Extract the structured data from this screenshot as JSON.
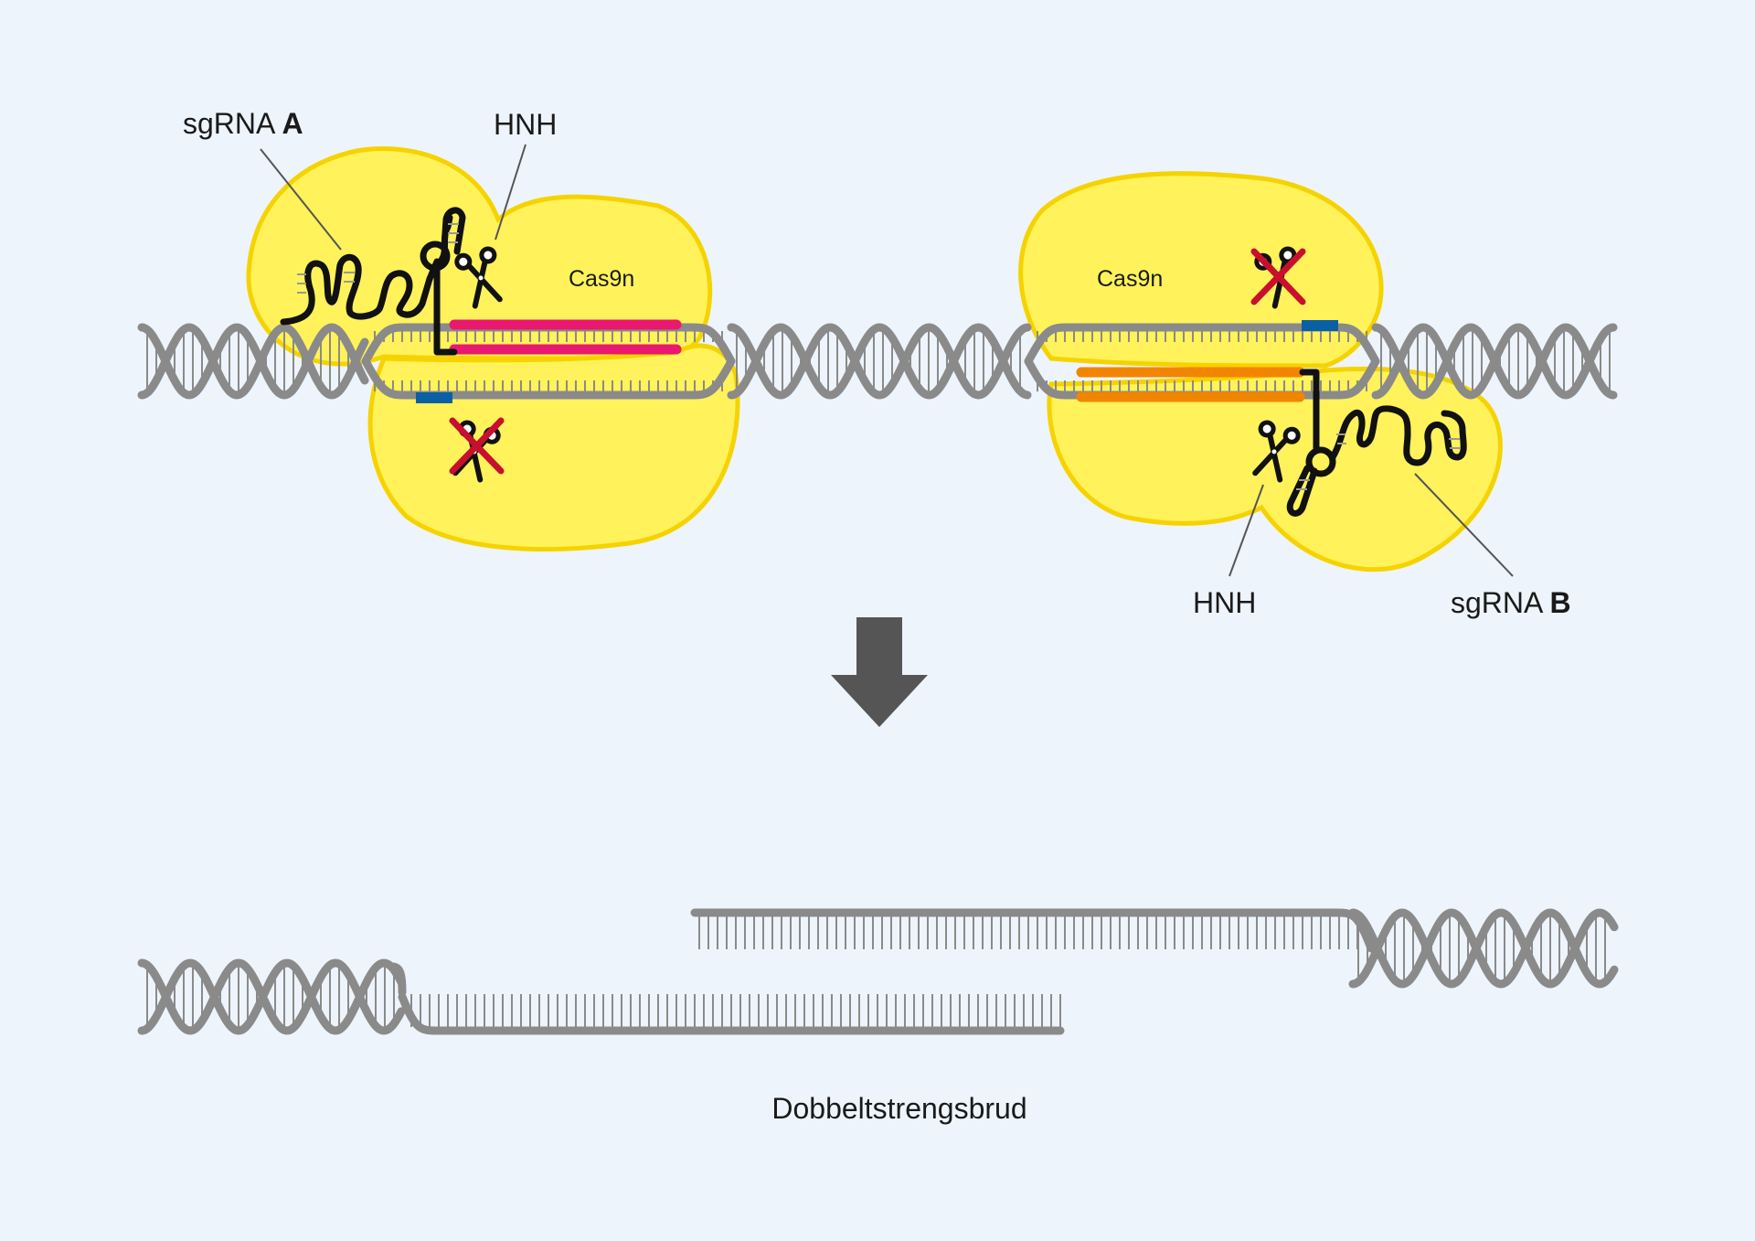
{
  "colors": {
    "background": "#eef4fb",
    "protein_fill": "#fff25a",
    "protein_stroke": "#f5d300",
    "dna": "#8a8a8a",
    "guide_a": "#e8196e",
    "guide_b": "#f28500",
    "pam": "#0b5fa5",
    "inactive_cross": "#c8102e",
    "rna": "#111111",
    "arrow": "#555555"
  },
  "complex_a": {
    "sgrna_prefix": "sgRNA ",
    "sgrna_letter": "A",
    "domain_label": "HNH",
    "enzyme_label": "Cas9n"
  },
  "complex_b": {
    "sgrna_prefix": "sgRNA ",
    "sgrna_letter": "B",
    "domain_label": "HNH",
    "enzyme_label": "Cas9n"
  },
  "result_label": "Dobbeltstrengsbrud"
}
